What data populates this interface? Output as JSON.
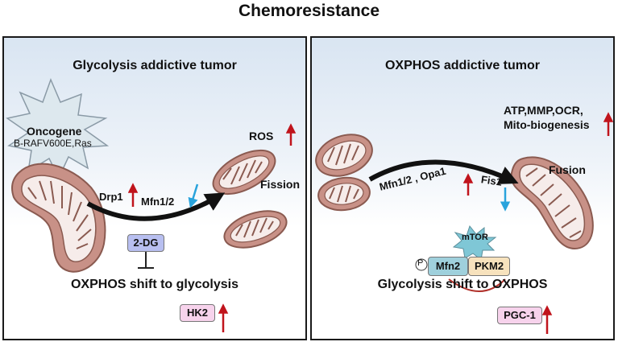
{
  "title": "Chemoresistance",
  "left": {
    "title": "Glycolysis addictive tumor",
    "oncogene": {
      "name": "Oncogene",
      "detail": "B-RAFV600E,Ras"
    },
    "ros": "ROS",
    "fission": "Fission",
    "drp1": "Drp1",
    "mfn": "Mfn1/2",
    "inhibitor": "2-DG",
    "shift": "OXPHOS shift to glycolysis",
    "marker": "HK2"
  },
  "right": {
    "title": "OXPHOS addictive tumor",
    "metrics_line1": "ATP,MMP,OCR,",
    "metrics_line2": "Mito-biogenesis",
    "fusion": "Fusion",
    "mfn_opa": "Mfn1/2 , Opa1",
    "fis1": "Fis1",
    "mtor": "mTOR",
    "phospho": "P",
    "mfn2": "Mfn2",
    "pkm2": "PKM2",
    "shift": "Glycolysis shift to OXPHOS",
    "marker": "PGC-1"
  },
  "colors": {
    "up_arrow": "#c0141c",
    "down_arrow": "#29a3dc",
    "mito_outer": "#c89187",
    "mito_stroke": "#8a5a50",
    "inhibitor_box": "#b8bff0",
    "marker_box": "#f7d3ec",
    "mfn2_box": "#9fd0dc",
    "pkm2_box": "#f7e2bd",
    "mtor_star": "#7fc7d6"
  }
}
